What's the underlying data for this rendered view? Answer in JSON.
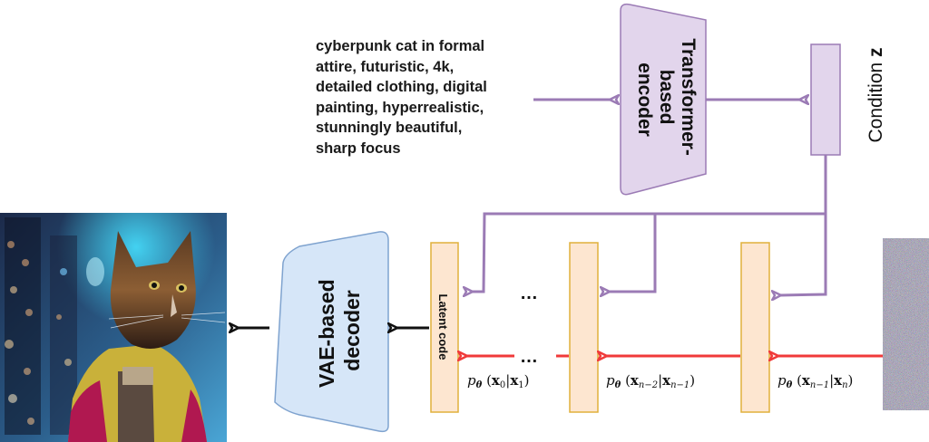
{
  "prompt": {
    "lines": [
      "cyberpunk cat in formal",
      "attire, futuristic, 4k,",
      "detailed clothing, digital",
      "painting, hyperrealistic,",
      "stunningly beautiful,",
      "sharp focus"
    ]
  },
  "encoder": {
    "line1": "Transformer-",
    "line2": "based",
    "line3": "encoder"
  },
  "condition": {
    "label": "Condition ",
    "symbol": "z"
  },
  "decoder": {
    "line1": "VAE-based",
    "line2": "decoder"
  },
  "latent": {
    "label": "Latent code"
  },
  "steps": {
    "ellipsis": "…",
    "transitions": [
      {
        "p": "p",
        "theta": "θ",
        "open": "(",
        "a": "x",
        "a_sub": "0",
        "bar": "|",
        "b": "x",
        "b_sub": "1",
        "close": ")"
      },
      {
        "p": "p",
        "theta": "θ",
        "open": "(",
        "a": "x",
        "a_sub": "n−2",
        "bar": "|",
        "b": "x",
        "b_sub": "n−1",
        "close": ")"
      },
      {
        "p": "p",
        "theta": "θ",
        "open": "(",
        "a": "x",
        "a_sub": "n−1",
        "bar": "|",
        "b": "x",
        "b_sub": "n",
        "close": ")"
      }
    ]
  },
  "images": {
    "output": "generated-cat-image",
    "noise": "gaussian-noise-input"
  },
  "colors": {
    "purple_stroke": "#9b7bb5",
    "purple_fill": "#e2d5ec",
    "orange_stroke": "#e0b03c",
    "orange_fill": "#fde6d0",
    "blue_fill": "#d6e6f8",
    "blue_stroke": "#7fa3cf",
    "red_arrow": "#f03a3a",
    "black_arrow": "#111111"
  }
}
